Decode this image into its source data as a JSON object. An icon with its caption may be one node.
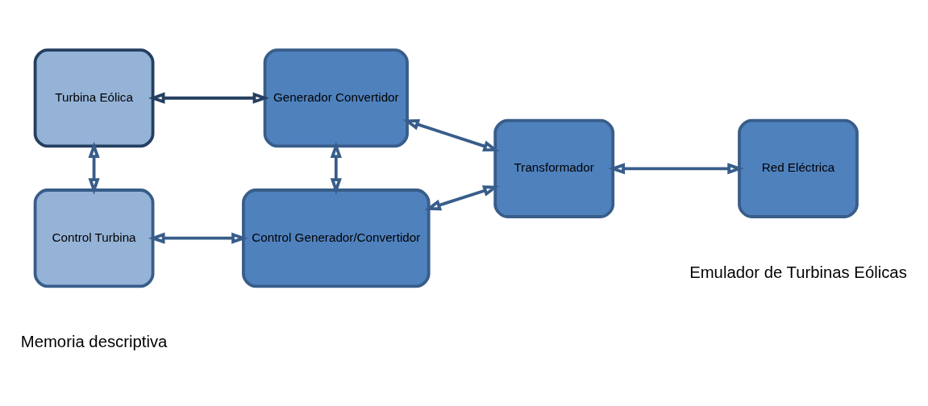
{
  "diagram": {
    "nodes": [
      {
        "text": [
          "Turbina Eólica"
        ]
      },
      {
        "text": [
          "Generador Convertidor"
        ]
      },
      {
        "text": [
          "Transformador"
        ]
      },
      {
        "text": [
          "Red Eléctrica"
        ]
      },
      {
        "text": [
          "Control Turbina"
        ]
      },
      {
        "text": [
          "Control Generador/Convertidor"
        ]
      }
    ],
    "edges": [
      {
        "from": 0,
        "to": 1,
        "arrow": "both",
        "color": "#243f60"
      },
      {
        "from": 1,
        "to": 2,
        "arrow": "both"
      },
      {
        "from": 2,
        "to": 3,
        "arrow": "both"
      },
      {
        "from": 0,
        "to": 4,
        "arrow": "both"
      },
      {
        "from": 1,
        "to": 5,
        "arrow": "both"
      },
      {
        "from": 4,
        "to": 5,
        "arrow": "both"
      },
      {
        "from": 5,
        "to": 2,
        "arrow": "both"
      }
    ],
    "labels": [
      "Memoria descriptiva",
      "Emulador de Turbinas Eólicas"
    ]
  }
}
